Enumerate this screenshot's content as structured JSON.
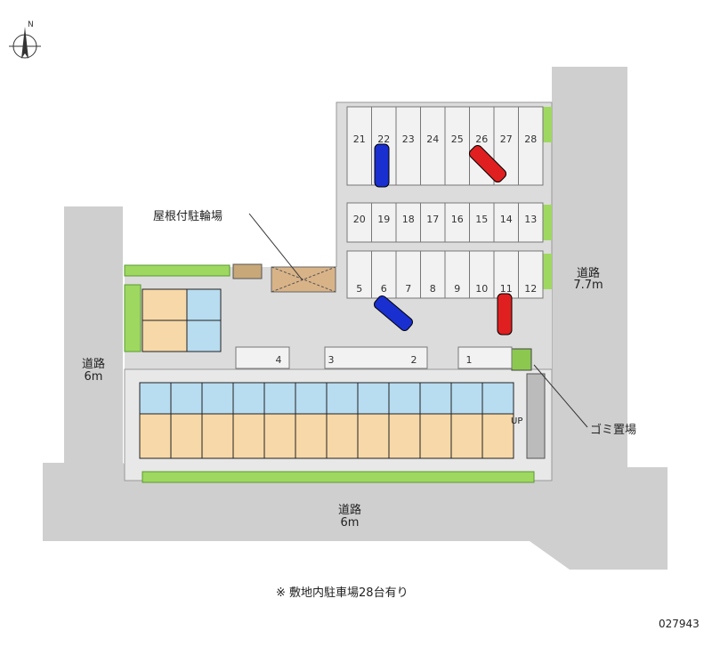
{
  "compass": {
    "north_label": "N"
  },
  "labels": {
    "bike_parking": "屋根付駐輪場",
    "road_right_name": "道路",
    "road_right_width": "7.7m",
    "road_left_name": "道路",
    "road_left_width": "6m",
    "road_bottom_name": "道路",
    "road_bottom_width": "6m",
    "garbage": "ゴミ置場",
    "stairs_up": "UP"
  },
  "parking": {
    "row_top": [
      "21",
      "22",
      "23",
      "24",
      "25",
      "26",
      "27",
      "28"
    ],
    "row_middle": [
      "20",
      "19",
      "18",
      "17",
      "16",
      "15",
      "14",
      "13"
    ],
    "row_lower": [
      "5",
      "6",
      "7",
      "8",
      "9",
      "10",
      "11",
      "12"
    ],
    "row_bottom": [
      "4",
      "3",
      "2",
      "1"
    ]
  },
  "note": "※ 敷地内駐車場28台有り",
  "map_id": "027943",
  "colors": {
    "road": "#cfcfcf",
    "lot": "#dcdcdc",
    "unit_room": "#f7d8a8",
    "unit_wet": "#b8dcf0",
    "green": "#9fd860",
    "car_blue": "#1a2fd0",
    "car_red": "#e02020"
  }
}
